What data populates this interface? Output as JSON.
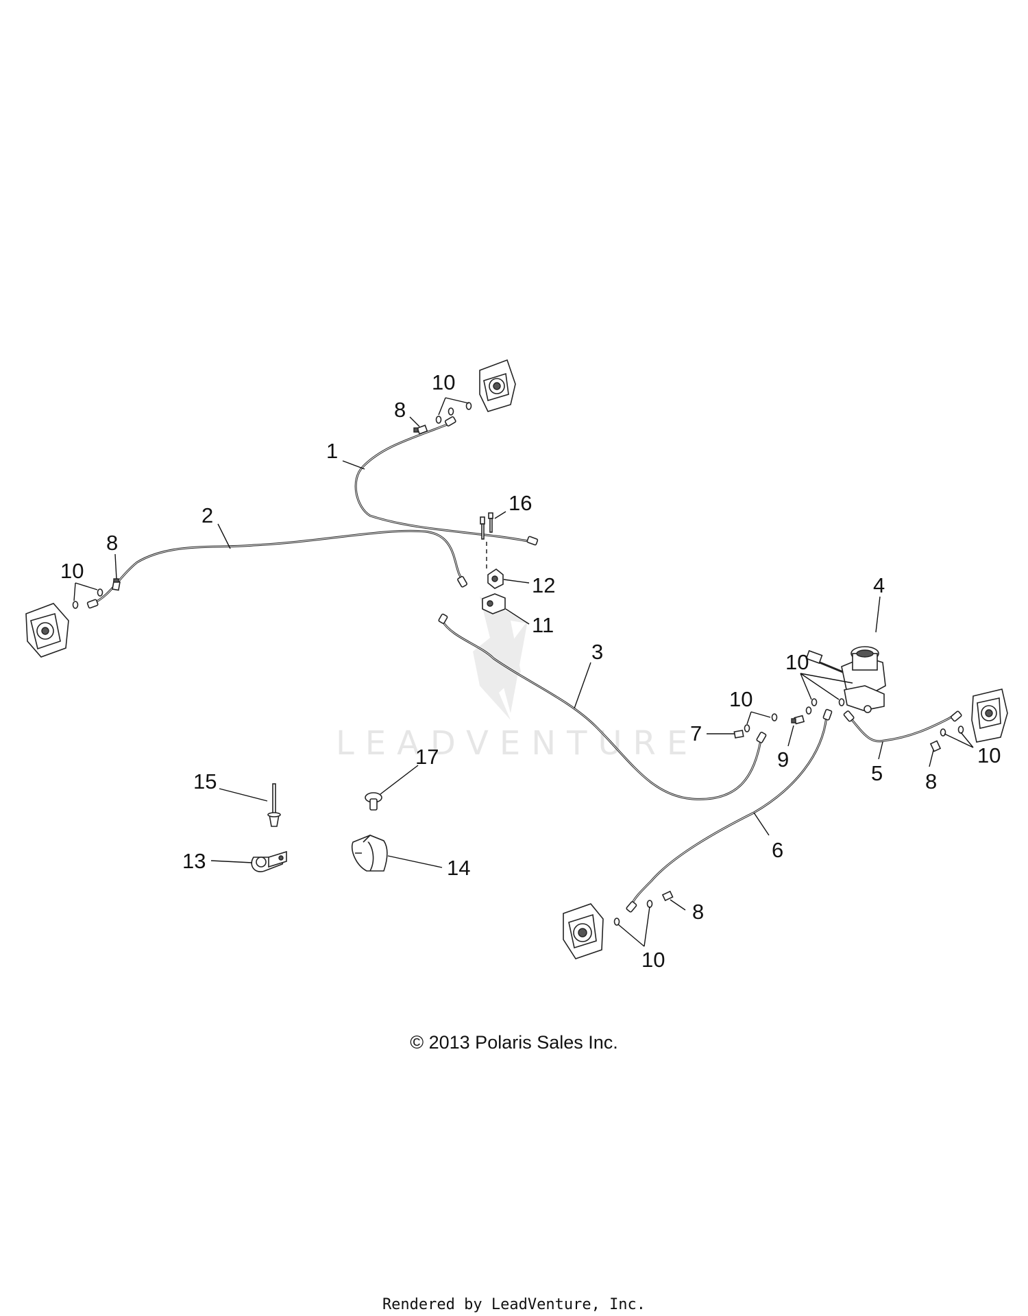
{
  "watermark": {
    "text": "LEADVENTURE"
  },
  "callouts": [
    "1",
    "2",
    "3",
    "4",
    "5",
    "6",
    "7",
    "8",
    "8",
    "8",
    "8",
    "9",
    "10",
    "10",
    "10",
    "10",
    "10",
    "10",
    "11",
    "12",
    "13",
    "14",
    "15",
    "16",
    "17"
  ],
  "footer": {
    "copyright": "© 2013 Polaris Sales Inc.",
    "rendered_by": "Rendered by LeadVenture, Inc."
  }
}
